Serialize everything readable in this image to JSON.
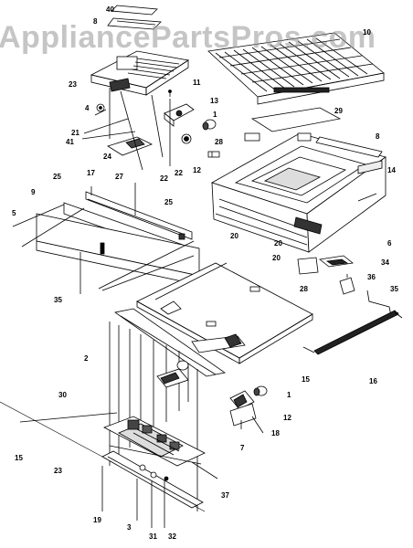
{
  "watermark": "AppliancePartsPros.com",
  "part_callouts": [
    "40",
    "8",
    "10",
    "23",
    "11",
    "4",
    "13",
    "1",
    "21",
    "41",
    "12",
    "22",
    "22",
    "29",
    "28",
    "8",
    "24",
    "14",
    "17",
    "27",
    "25",
    "9",
    "25",
    "5",
    "20",
    "20",
    "20",
    "6",
    "34",
    "28",
    "36",
    "35",
    "35",
    "2",
    "15",
    "16",
    "30",
    "1",
    "12",
    "18",
    "7",
    "15",
    "23",
    "37",
    "19",
    "3",
    "31",
    "32"
  ],
  "colors": {
    "line": "#000000",
    "background": "#ffffff",
    "watermark": "#9a9a9a"
  }
}
